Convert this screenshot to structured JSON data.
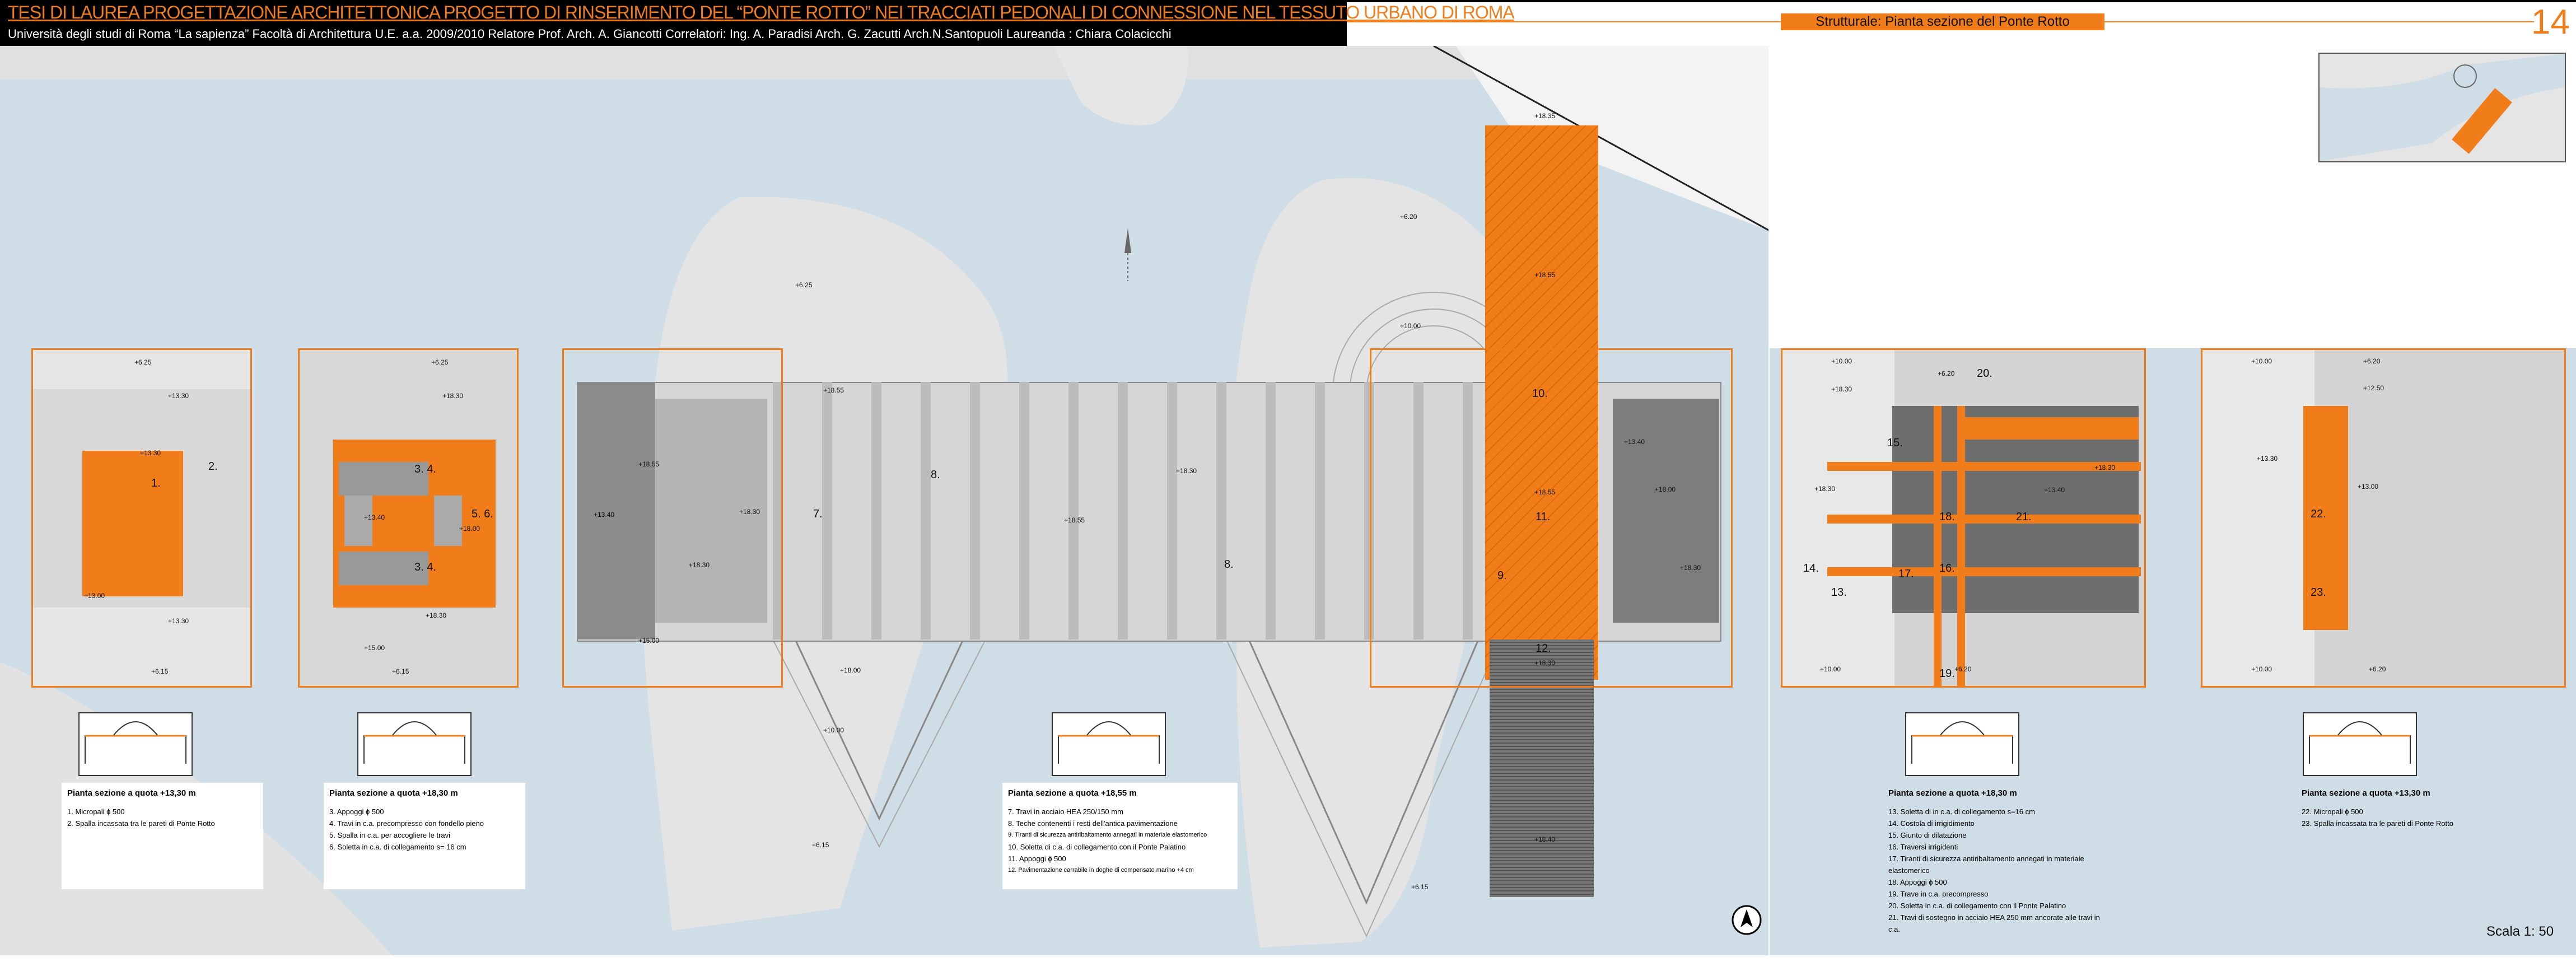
{
  "header": {
    "title": "TESI DI LAUREA   PROGETTAZIONE ARCHITETTONICA   PROGETTO DI RINSERIMENTO DEL “PONTE ROTTO” NEI TRACCIATI PEDONALI DI CONNESSIONE NEL TESSUTO URBANO DI ROMA",
    "subtitle": "Università degli studi di Roma “La sapienza” Facoltà di Architettura U.E. a.a. 2009/2010   Relatore Prof. Arch. A. Giancotti   Correlatori:   Ing. A. Paradisi  Arch. G. Zacutti  Arch.N.Santopuoli   Laureanda : Chiara Colacicchi"
  },
  "banner": "Strutturale: Pianta sezione  del Ponte Rotto",
  "page_number": "14",
  "scale_label": "Scala  1: 50",
  "labels": {
    "n1": "1.",
    "n2": "2.",
    "n3": "3.",
    "n4": "4.",
    "n5": "5.",
    "n6": "6.",
    "n7": "7.",
    "n8": "8.",
    "n8b": "8.",
    "n9": "9.",
    "n10": "10.",
    "n11": "11.",
    "n12": "12.",
    "n13": "13.",
    "n14": "14.",
    "n15": "15.",
    "n16": "16.",
    "n17": "17.",
    "n18": "18.",
    "n19": "19.",
    "n20": "20.",
    "n21": "21.",
    "n22": "22.",
    "n23": "23.",
    "n34a": "3. 4.",
    "n34b": "3. 4.",
    "n56": "5. 6."
  },
  "elevations": {
    "e1": "+6.25",
    "e2": "+13.30",
    "e3": "+13.30",
    "e4": "+13.00",
    "e5": "+13.30",
    "e6": "+6.15",
    "e7": "+6.25",
    "e8": "+18.30",
    "e9": "+13.40",
    "e10": "+18.00",
    "e11": "+18.30",
    "e12": "+15.00",
    "e13": "+6.15",
    "e14": "+18.55",
    "e15": "+13.40",
    "e16": "+18.30",
    "e17": "+18.30",
    "e18": "+15.00",
    "e19": "+18.55",
    "e20": "+18.30",
    "e21": "+18.55",
    "e22": "+18.35",
    "e23": "+18.55",
    "e24": "+6.20",
    "e25": "+10.00",
    "e26": "+13.40",
    "e27": "+18.00",
    "e28": "+18.55",
    "e29": "+18.30",
    "e30": "+18.30",
    "e31": "+18.40",
    "e32": "+18.00",
    "e33": "+10.00",
    "e34": "+6.15",
    "e35": "+6.25",
    "e36": "+6.15",
    "e37": "+10.00",
    "e38": "+6.20",
    "e39": "+18.30",
    "e40": "+18.30",
    "e41": "+13.40",
    "e42": "+18.30",
    "e43": "+10.00",
    "e44": "+6.20",
    "e45": "+10.00",
    "e46": "+6.20",
    "e47": "+12.50",
    "e48": "+13.30",
    "e49": "+13.00",
    "e50": "+10.00",
    "e51": "+6.20"
  },
  "cards": [
    {
      "title": "Pianta sezione a quota +13,30 m",
      "items": [
        "1. Micropali ɸ 500",
        "2. Spalla incassata tra le pareti di Ponte Rotto"
      ]
    },
    {
      "title": "Pianta sezione a quota +18,30 m",
      "items": [
        "3. Appoggi ɸ 500",
        "4. Travi in c.a. precompresso con fondello pieno",
        "5. Spalla in c.a. per accogliere le travi",
        "6. Soletta in c.a. di collegamento s= 16 cm"
      ]
    },
    {
      "title": "Pianta sezione a quota +18,55 m",
      "items": [
        "7. Travi in acciaio HEA 250/150 mm",
        "8. Teche contenenti i resti dell'antica pavimentazione",
        "9. Tiranti di sicurezza antiribaltamento annegati in materiale elastomerico",
        "10. Soletta di c.a. di collegamento con il Ponte Palatino",
        "11. Appoggi ɸ 500",
        "12. Pavimentazione carrabile in doghe di compensato marino +4 cm"
      ]
    },
    {
      "title": "Pianta sezione a quota +18,30 m",
      "items": [
        "13. Soletta di in c.a. di collegamento s=16 cm",
        "14. Costola di irrigidimento",
        "15. Giunto di dilatazione",
        "16. Traversi irrigidenti",
        "17. Tiranti di sicurezza antiribaltamento annegati in materiale elastomerico",
        "18. Appoggi ɸ 500",
        "19. Trave in c.a. precompresso",
        "20. Soletta in c.a. di collegamento con il Ponte Palatino",
        "21. Travi di sostegno in acciaio HEA 250 mm ancorate alle travi in c.a."
      ]
    },
    {
      "title": "Pianta sezione a quota +13,30 m",
      "items": [
        "22. Micropali ɸ 500",
        "23. Spalla incassata tra le pareti di Ponte Rotto"
      ]
    }
  ],
  "icons": {
    "north": "north-arrow-icon",
    "compass": "compass-icon"
  },
  "colors": {
    "accent": "#f07c1a",
    "water": "#cfdde6",
    "stone": "#dcdcdc",
    "dark": "#000000"
  }
}
